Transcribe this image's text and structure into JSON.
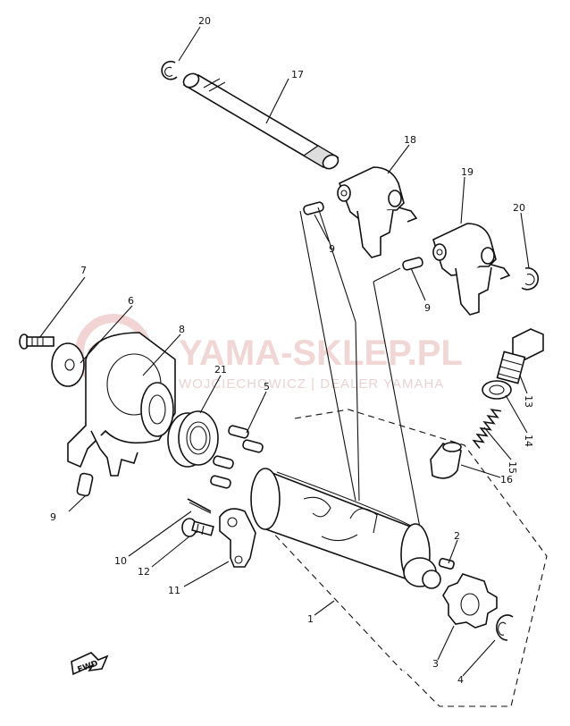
{
  "watermark": {
    "title": "YAMA-SKLEP.PL",
    "subtitle": "WOJCIECHOWICZ | DEALER YAMAHA"
  },
  "direction_badge": "FWD",
  "callouts": {
    "c1": "1",
    "c2": "2",
    "c3": "3",
    "c4": "4",
    "c5": "5",
    "c6": "6",
    "c7": "7",
    "c8": "8",
    "c9a": "9",
    "c9b": "9",
    "c9c": "9",
    "c10": "10",
    "c11": "11",
    "c12": "12",
    "c13": "13",
    "c14": "14",
    "c15": "15",
    "c16": "16",
    "c17": "17",
    "c18": "18",
    "c19": "19",
    "c20a": "20",
    "c20b": "20",
    "c21": "21"
  },
  "colors": {
    "line": "#111111",
    "watermark": "#f1d6d6"
  }
}
